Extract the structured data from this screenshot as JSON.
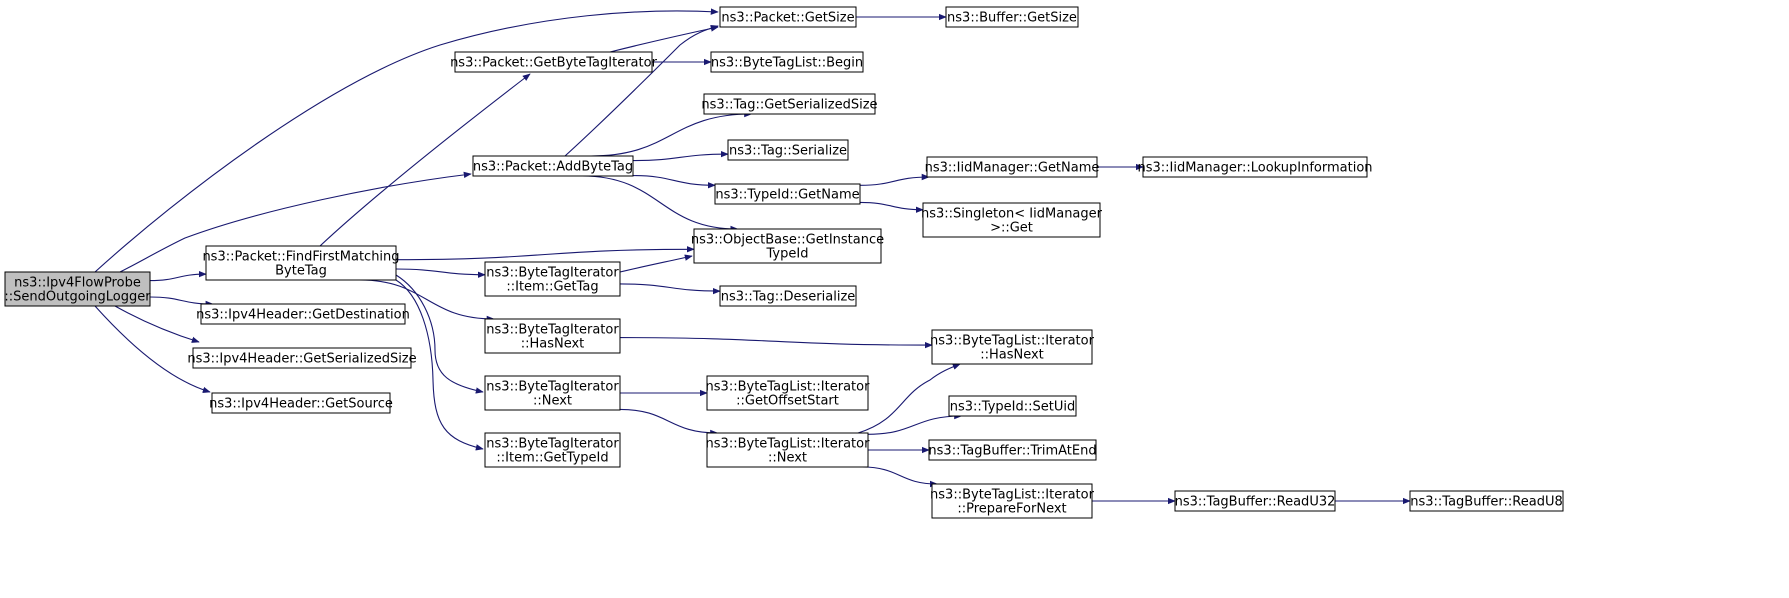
{
  "colors": {
    "edge": "#191970",
    "root_fill": "#bfbfbf",
    "node_fill": "#ffffff",
    "border": "#000000"
  },
  "nodes": {
    "send_outgoing_logger": [
      "ns3::Ipv4FlowProbe",
      "::SendOutgoingLogger"
    ],
    "packet_get_size": [
      "ns3::Packet::GetSize"
    ],
    "buffer_get_size": [
      "ns3::Buffer::GetSize"
    ],
    "packet_get_byte_tag_iterator": [
      "ns3::Packet::GetByteTagIterator"
    ],
    "byte_tag_list_begin": [
      "ns3::ByteTagList::Begin"
    ],
    "tag_get_serialized_size": [
      "ns3::Tag::GetSerializedSize"
    ],
    "packet_add_byte_tag": [
      "ns3::Packet::AddByteTag"
    ],
    "tag_serialize": [
      "ns3::Tag::Serialize"
    ],
    "iid_manager_get_name": [
      "ns3::IidManager::GetName"
    ],
    "iid_manager_lookup_information": [
      "ns3::IidManager::LookupInformation"
    ],
    "type_id_get_name": [
      "ns3::TypeId::GetName"
    ],
    "singleton_get": [
      "ns3::Singleton< IidManager",
      ">::Get"
    ],
    "packet_find_first_matching_byte_tag": [
      "ns3::Packet::FindFirstMatching",
      "ByteTag"
    ],
    "object_base_get_instance_type_id": [
      "ns3::ObjectBase::GetInstance",
      "TypeId"
    ],
    "byte_tag_iterator_item_get_tag": [
      "ns3::ByteTagIterator",
      "::Item::GetTag"
    ],
    "tag_deserialize": [
      "ns3::Tag::Deserialize"
    ],
    "ipv4_header_get_destination": [
      "ns3::Ipv4Header::GetDestination"
    ],
    "byte_tag_iterator_has_next": [
      "ns3::ByteTagIterator",
      "::HasNext"
    ],
    "byte_tag_list_iterator_has_next": [
      "ns3::ByteTagList::Iterator",
      "::HasNext"
    ],
    "ipv4_header_get_serialized_size": [
      "ns3::Ipv4Header::GetSerializedSize"
    ],
    "ipv4_header_get_source": [
      "ns3::Ipv4Header::GetSource"
    ],
    "byte_tag_iterator_next": [
      "ns3::ByteTagIterator",
      "::Next"
    ],
    "byte_tag_list_iterator_get_offset_start": [
      "ns3::ByteTagList::Iterator",
      "::GetOffsetStart"
    ],
    "type_id_set_uid": [
      "ns3::TypeId::SetUid"
    ],
    "byte_tag_list_iterator_next": [
      "ns3::ByteTagList::Iterator",
      "::Next"
    ],
    "tag_buffer_trim_at_end": [
      "ns3::TagBuffer::TrimAtEnd"
    ],
    "byte_tag_iterator_item_get_type_id": [
      "ns3::ByteTagIterator",
      "::Item::GetTypeId"
    ],
    "byte_tag_list_iterator_prepare_for_next": [
      "ns3::ByteTagList::Iterator",
      "::PrepareForNext"
    ],
    "tag_buffer_read_u32": [
      "ns3::TagBuffer::ReadU32"
    ],
    "tag_buffer_read_u8": [
      "ns3::TagBuffer::ReadU8"
    ]
  },
  "edges": [
    [
      "send_outgoing_logger",
      "packet_get_size"
    ],
    [
      "send_outgoing_logger",
      "packet_add_byte_tag"
    ],
    [
      "send_outgoing_logger",
      "packet_find_first_matching_byte_tag"
    ],
    [
      "send_outgoing_logger",
      "ipv4_header_get_destination"
    ],
    [
      "send_outgoing_logger",
      "ipv4_header_get_serialized_size"
    ],
    [
      "send_outgoing_logger",
      "ipv4_header_get_source"
    ],
    [
      "packet_get_size",
      "buffer_get_size"
    ],
    [
      "packet_get_byte_tag_iterator",
      "packet_get_size"
    ],
    [
      "packet_get_byte_tag_iterator",
      "byte_tag_list_begin"
    ],
    [
      "packet_add_byte_tag",
      "packet_get_size"
    ],
    [
      "packet_add_byte_tag",
      "tag_get_serialized_size"
    ],
    [
      "packet_add_byte_tag",
      "tag_serialize"
    ],
    [
      "packet_add_byte_tag",
      "type_id_get_name"
    ],
    [
      "packet_add_byte_tag",
      "object_base_get_instance_type_id"
    ],
    [
      "type_id_get_name",
      "iid_manager_get_name"
    ],
    [
      "type_id_get_name",
      "singleton_get"
    ],
    [
      "iid_manager_get_name",
      "iid_manager_lookup_information"
    ],
    [
      "packet_find_first_matching_byte_tag",
      "packet_get_byte_tag_iterator"
    ],
    [
      "packet_find_first_matching_byte_tag",
      "object_base_get_instance_type_id"
    ],
    [
      "packet_find_first_matching_byte_tag",
      "byte_tag_iterator_item_get_tag"
    ],
    [
      "packet_find_first_matching_byte_tag",
      "byte_tag_iterator_has_next"
    ],
    [
      "packet_find_first_matching_byte_tag",
      "byte_tag_iterator_next"
    ],
    [
      "packet_find_first_matching_byte_tag",
      "byte_tag_iterator_item_get_type_id"
    ],
    [
      "byte_tag_iterator_item_get_tag",
      "object_base_get_instance_type_id"
    ],
    [
      "byte_tag_iterator_item_get_tag",
      "tag_deserialize"
    ],
    [
      "byte_tag_iterator_has_next",
      "byte_tag_list_iterator_has_next"
    ],
    [
      "byte_tag_iterator_next",
      "byte_tag_list_iterator_get_offset_start"
    ],
    [
      "byte_tag_iterator_next",
      "byte_tag_list_iterator_next"
    ],
    [
      "byte_tag_list_iterator_next",
      "byte_tag_list_iterator_has_next"
    ],
    [
      "byte_tag_list_iterator_next",
      "type_id_set_uid"
    ],
    [
      "byte_tag_list_iterator_next",
      "tag_buffer_trim_at_end"
    ],
    [
      "byte_tag_list_iterator_next",
      "byte_tag_list_iterator_prepare_for_next"
    ],
    [
      "byte_tag_list_iterator_prepare_for_next",
      "tag_buffer_read_u32"
    ],
    [
      "tag_buffer_read_u32",
      "tag_buffer_read_u8"
    ]
  ]
}
